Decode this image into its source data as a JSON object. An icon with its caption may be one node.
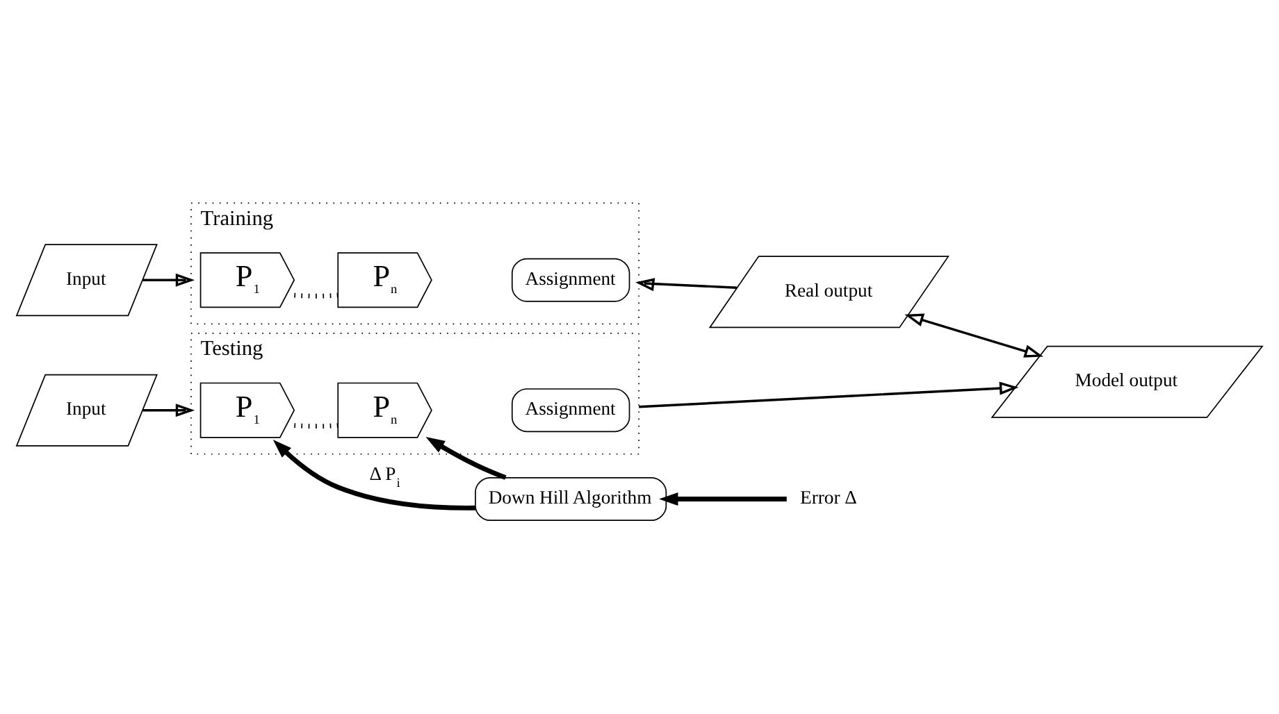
{
  "diagram": {
    "nodes": [
      {
        "text": [
          "Input"
        ]
      },
      {
        "text": [
          "Training"
        ]
      },
      {
        "text": [
          "P$_{1}$"
        ],
        "in": 1
      },
      {
        "text": [
          "P$_{n}$"
        ],
        "in": 1
      },
      {
        "text": [
          "Assignment"
        ],
        "in": 1
      },
      {
        "text": [
          "Real output"
        ]
      },
      {
        "text": [
          "Input"
        ]
      },
      {
        "text": [
          "Testing"
        ]
      },
      {
        "text": [
          "P$_{1}$"
        ],
        "in": 7
      },
      {
        "text": [
          "P$_{n}$"
        ],
        "in": 7
      },
      {
        "text": [
          "Assignment"
        ],
        "in": 7
      },
      {
        "text": [
          "Model output"
        ]
      },
      {
        "text": [
          "Down Hill Algorithm"
        ]
      },
      {
        "text": [
          "Error Δ"
        ]
      }
    ],
    "edges": [
      {
        "from": 0,
        "to": 1,
        "arrow": "to"
      },
      {
        "from": 2,
        "to": 3,
        "arrow": "none",
        "style": "dashed"
      },
      {
        "from": 5,
        "to": 1,
        "arrow": "to"
      },
      {
        "from": 5,
        "to": 11,
        "arrow": "both"
      },
      {
        "from": 6,
        "to": 7,
        "arrow": "to"
      },
      {
        "from": 8,
        "to": 9,
        "arrow": "none",
        "style": "dashed"
      },
      {
        "from": 7,
        "to": 11,
        "arrow": "to"
      },
      {
        "from": 12,
        "to": 8,
        "arrow": "to",
        "style": "thick",
        "label": "Δ P$_{i}$"
      },
      {
        "from": 12,
        "to": 9,
        "arrow": "to",
        "style": "thick"
      },
      {
        "from": 13,
        "to": 12,
        "arrow": "to",
        "style": "thick"
      }
    ]
  }
}
